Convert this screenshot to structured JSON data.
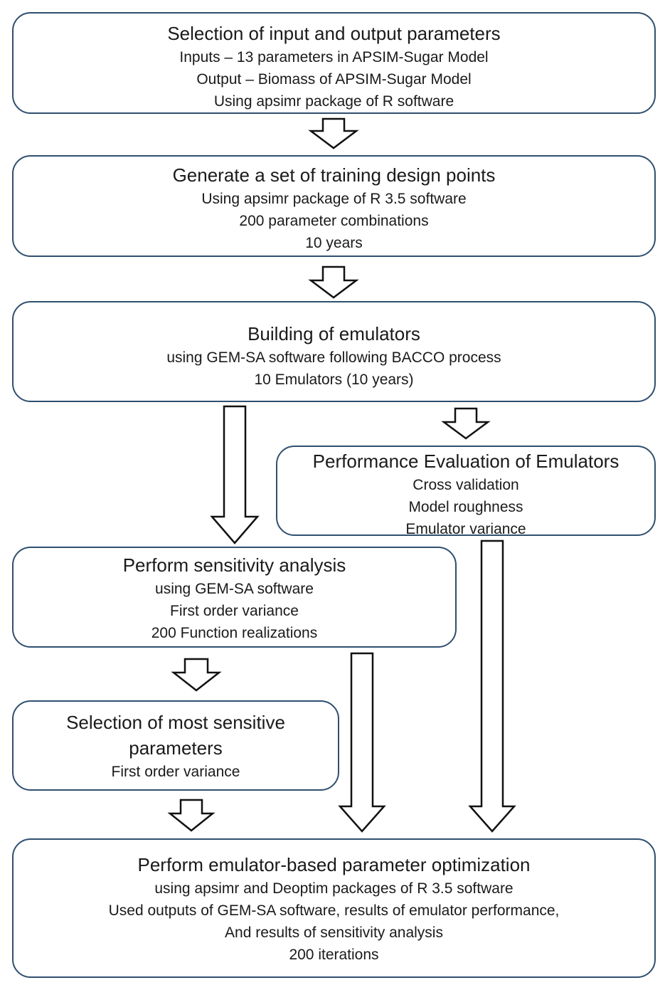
{
  "boxes": {
    "selection_params": {
      "title": "Selection of input and output parameters",
      "lines": [
        "Inputs – 13 parameters in APSIM-Sugar Model",
        "Output – Biomass of APSIM-Sugar Model",
        "Using apsimr package of R software"
      ]
    },
    "training_points": {
      "title": "Generate  a set of training design points",
      "lines": [
        "Using apsimr  package of R 3.5 software",
        "200 parameter combinations",
        "10 years"
      ]
    },
    "building_emulators": {
      "title": "Building of emulators",
      "lines": [
        "using GEM-SA software following BACCO process",
        "10 Emulators  (10 years)"
      ]
    },
    "performance_eval": {
      "title": "Performance Evaluation of Emulators",
      "lines": [
        "Cross validation",
        "Model roughness",
        "Emulator variance"
      ]
    },
    "sensitivity": {
      "title": "Perform sensitivity analysis",
      "lines": [
        "using GEM-SA software",
        "First order variance",
        "200 Function realizations"
      ]
    },
    "most_sensitive": {
      "title_lines": [
        "Selection of most sensitive",
        "parameters"
      ],
      "lines": [
        "First order variance"
      ]
    },
    "optimization": {
      "title": "Perform emulator-based parameter optimization",
      "lines": [
        "using apsimr and Deoptim packages of R 3.5 software",
        "Used outputs of GEM-SA software, results of emulator performance,",
        "And  results of sensitivity analysis",
        "200 iterations"
      ]
    }
  }
}
